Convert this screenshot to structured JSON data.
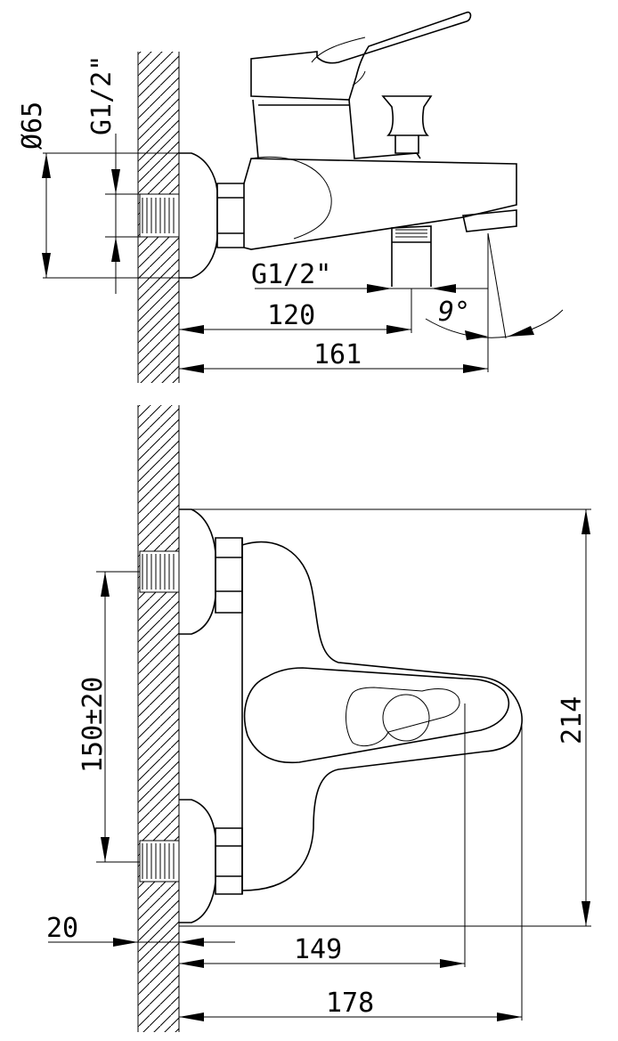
{
  "side_view": {
    "diameter_label": "Ø65",
    "wall_thread_label": "G1/2\"",
    "outlet_thread_label": "G1/2\"",
    "dim_120": "120",
    "dim_161": "161",
    "angle_label": "9°"
  },
  "front_view": {
    "dim_150": "150±20",
    "dim_214": "214",
    "dim_20": "20",
    "dim_149": "149",
    "dim_178": "178"
  }
}
